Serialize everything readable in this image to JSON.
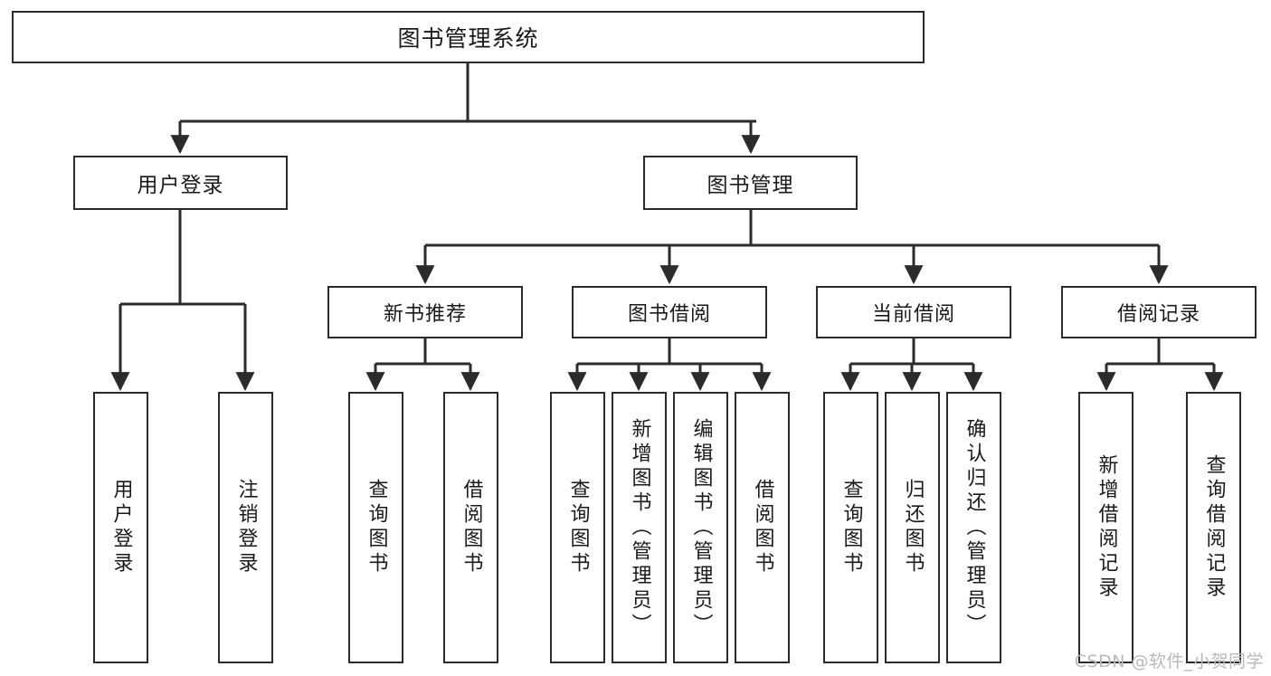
{
  "diagram": {
    "title": "图书管理系统",
    "watermark": "CSDN @软件_小贺同学",
    "stroke_color": "#2b2b2b",
    "background_color": "#ffffff",
    "text_color": "#1a1a1a",
    "watermark_color": "#b9b9b9",
    "root": {
      "label": "图书管理系统"
    },
    "level2": [
      {
        "label": "用户登录"
      },
      {
        "label": "图书管理"
      }
    ],
    "level3": [
      {
        "label": "新书推荐"
      },
      {
        "label": "图书借阅"
      },
      {
        "label": "当前借阅"
      },
      {
        "label": "借阅记录"
      }
    ],
    "leaves": [
      {
        "label": "用户登录",
        "parent": "用户登录"
      },
      {
        "label": "注销登录",
        "parent": "用户登录"
      },
      {
        "label": "查询图书",
        "parent": "新书推荐"
      },
      {
        "label": "借阅图书",
        "parent": "新书推荐"
      },
      {
        "label": "查询图书",
        "parent": "图书借阅"
      },
      {
        "label": "新增图书（管理员）",
        "parent": "图书借阅"
      },
      {
        "label": "编辑图书（管理员）",
        "parent": "图书借阅"
      },
      {
        "label": "借阅图书",
        "parent": "图书借阅"
      },
      {
        "label": "查询图书",
        "parent": "当前借阅"
      },
      {
        "label": "归还图书",
        "parent": "当前借阅"
      },
      {
        "label": "确认归还（管理员）",
        "parent": "当前借阅"
      },
      {
        "label": "新增借阅记录",
        "parent": "借阅记录"
      },
      {
        "label": "查询借阅记录",
        "parent": "借阅记录"
      }
    ]
  }
}
